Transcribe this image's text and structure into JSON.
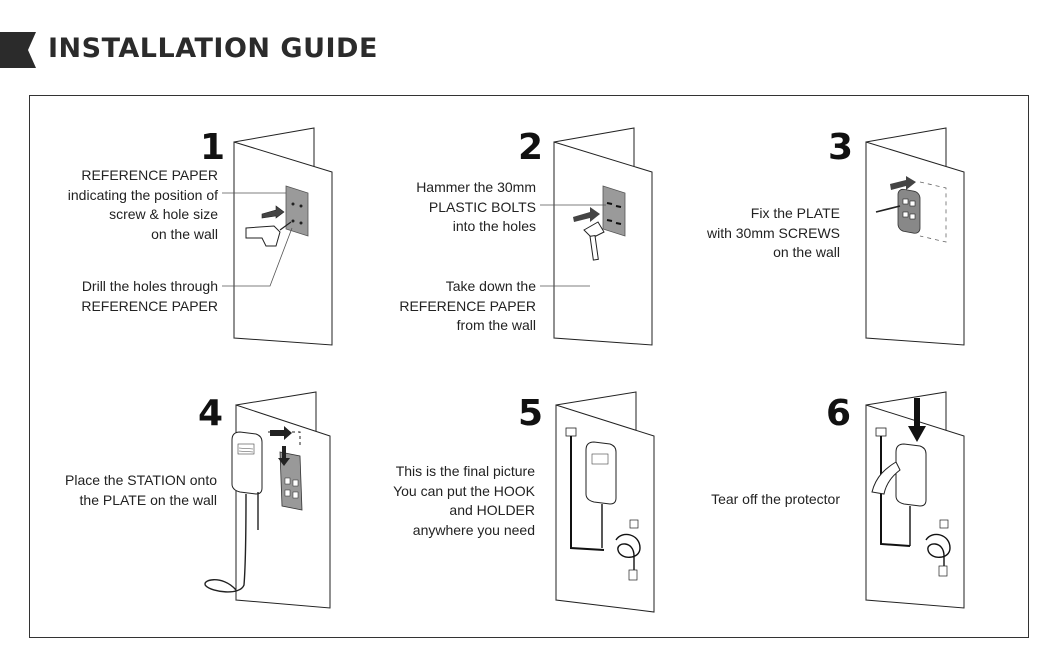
{
  "title": "INSTALLATION GUIDE",
  "steps": [
    {
      "number": "1",
      "captions": [
        [
          "REFERENCE PAPER",
          "indicating the position of",
          "screw & hole size",
          "on the wall"
        ],
        [
          "Drill the holes through",
          "REFERENCE PAPER"
        ]
      ]
    },
    {
      "number": "2",
      "captions": [
        [
          "Hammer the 30mm",
          "PLASTIC BOLTS",
          "into the holes"
        ],
        [
          "Take down the",
          "REFERENCE PAPER",
          "from the wall"
        ]
      ]
    },
    {
      "number": "3",
      "captions": [
        [
          "Fix the PLATE",
          "with 30mm SCREWS",
          "on the wall"
        ]
      ]
    },
    {
      "number": "4",
      "captions": [
        [
          "Place the STATION onto",
          "the PLATE on the wall"
        ]
      ]
    },
    {
      "number": "5",
      "captions": [
        [
          "This is the final picture",
          "You can put the HOOK",
          "and HOLDER",
          "anywhere you need"
        ]
      ]
    },
    {
      "number": "6",
      "captions": [
        [
          "Tear off the protector"
        ]
      ]
    }
  ]
}
